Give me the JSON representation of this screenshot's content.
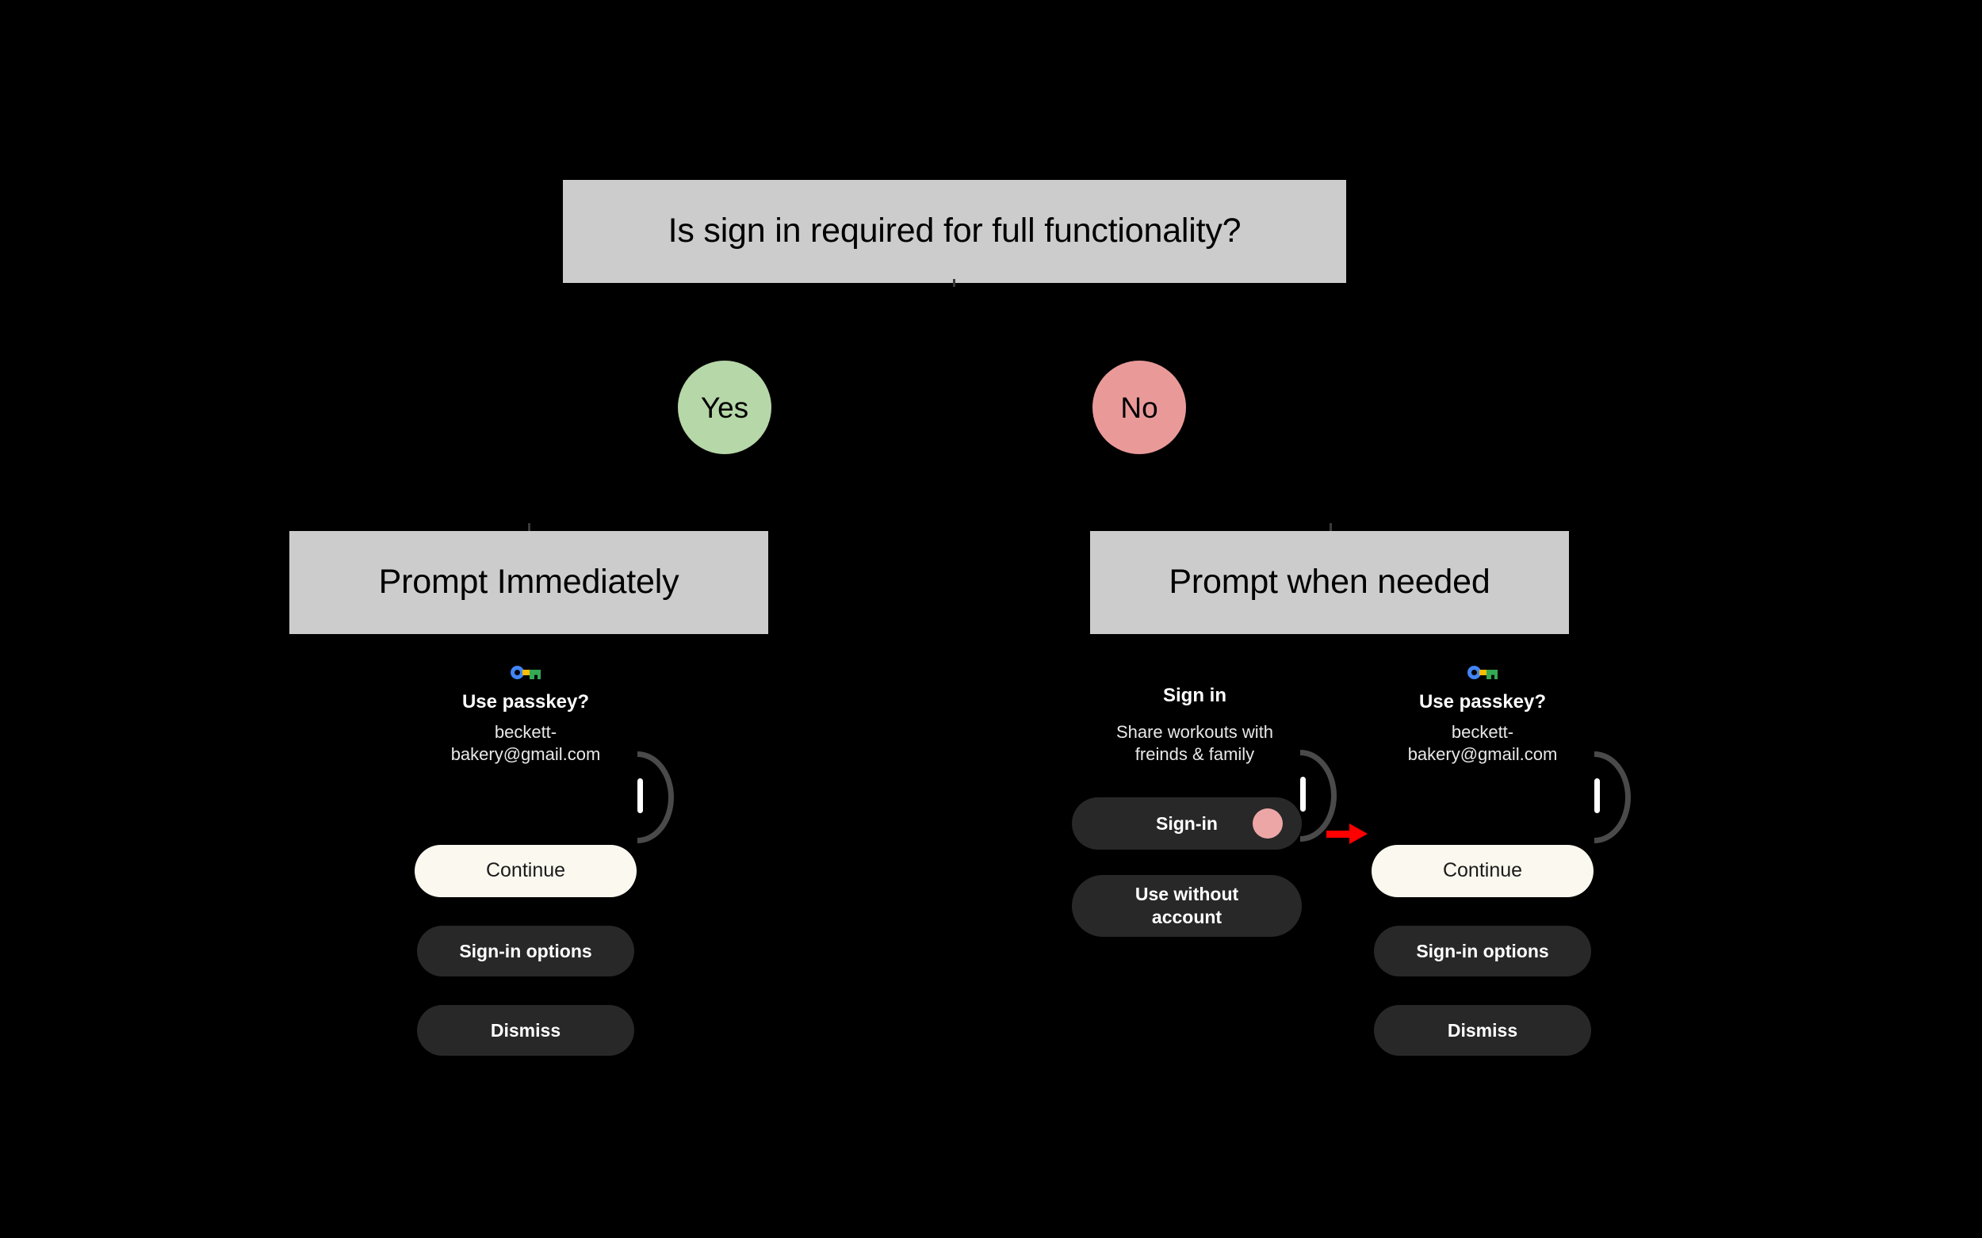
{
  "diagram": {
    "decision": {
      "text": "Is sign in required for full functionality?"
    },
    "branches": [
      {
        "label": "Yes",
        "color": "#b6d7a8",
        "outcome": "Prompt Immediately"
      },
      {
        "label": "No",
        "color": "#ea9999",
        "outcome": "Prompt when needed"
      }
    ],
    "outcome_yes": "Prompt Immediately",
    "outcome_no": "Prompt when needed",
    "annotation": {
      "arrow": "red-right-arrow",
      "color": "#ff0000"
    }
  },
  "mockups": {
    "left_passkey": {
      "icon": "google-passkey-icon",
      "title": "Use passkey?",
      "subtitle": "beckett-bakery@gmail.com",
      "buttons": [
        {
          "label": "Continue",
          "style": "primary"
        },
        {
          "label": "Sign-in options",
          "style": "secondary"
        },
        {
          "label": "Dismiss",
          "style": "secondary"
        }
      ],
      "scroll_indicator": "scroll-arc-right"
    },
    "middle_signin": {
      "title": "Sign in",
      "subtitle": "Share workouts with freinds & family",
      "buttons": [
        {
          "label": "Sign-in",
          "style": "secondary",
          "tap_dot": "#eda6a6"
        },
        {
          "label": "Use without account",
          "style": "secondary"
        }
      ],
      "scroll_indicator": "scroll-arc-right"
    },
    "right_passkey": {
      "icon": "google-passkey-icon",
      "title": "Use passkey?",
      "subtitle": "beckett-bakery@gmail.com",
      "buttons": [
        {
          "label": "Continue",
          "style": "primary"
        },
        {
          "label": "Sign-in options",
          "style": "secondary"
        },
        {
          "label": "Dismiss",
          "style": "secondary"
        }
      ],
      "scroll_indicator": "scroll-arc-right"
    }
  },
  "colors": {
    "background": "#000000",
    "box_fill": "#cccccc",
    "yes": "#b6d7a8",
    "no": "#ea9999",
    "primary_button": "#fbf8ef",
    "secondary_button": "#282828",
    "accent_red": "#ff0000",
    "tap_dot": "#eda6a6"
  }
}
